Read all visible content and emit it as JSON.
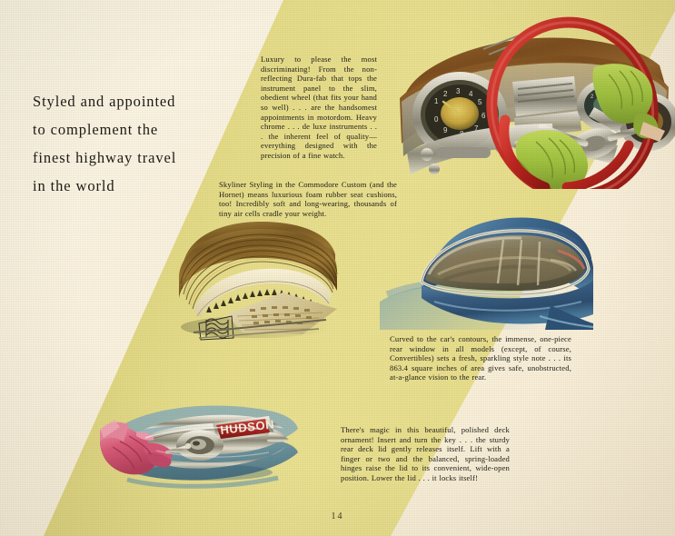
{
  "page": {
    "number": "14",
    "background_cream": "#fdf6e6",
    "background_yellow": "#e7de8c"
  },
  "headline": {
    "lines": [
      "Styled and appointed",
      "to complement the",
      "finest highway travel",
      "in the world"
    ]
  },
  "copy_blocks": {
    "dashboard": {
      "text": "Luxury to please the most discriminating! From the non-reflecting Dura-fab that tops the instrument panel to the slim, obedient wheel (that fits your hand so well) . . . are the handsomest appointments in motordom. Heavy chrome . . . de luxe instruments . . . the inherent feel of quality—everything designed with the precision of a fine watch."
    },
    "seat": {
      "text": "Skyliner Styling in the Commodore Custom (and the Hornet) means luxurious foam rubber seat cushions, too! Incredibly soft and long-wearing, thousands of tiny air cells cradle your weight."
    },
    "window": {
      "text": "Curved to the car's contours, the immense, one-piece rear window in all models (except, of course, Convertibles) sets a fresh, sparkling style note . . . its 863.4 square inches of area gives safe, unobstructed, at-a-glance vision to the rear."
    },
    "deck": {
      "text": "There's magic in this beautiful, polished deck ornament! Insert and turn the key . . . the sturdy rear deck lid gently releases itself. Lift with a finger or two and the balanced, spring-loaded hinges raise the lid to its convenient, wide-open position. Lower the lid . . . it locks itself!"
    }
  },
  "illustrations": {
    "dashboard": {
      "caption": "car dashboard with red steering wheel and green driving gloves",
      "steering_wheel_color": "#c62b25",
      "glove_color": "#a7c94a",
      "panel_color": "#8a5a2b"
    },
    "seat": {
      "caption": "cutaway of foam rubber seat cushion showing air cells",
      "fabric_color": "#7a5a2a"
    },
    "window": {
      "caption": "one-piece curved rear window on blue car body",
      "body_color": "#3f6d95"
    },
    "ornament": {
      "caption": "polished Hudson deck ornament with gloved hand turning the key",
      "badge_text": "HUDSON",
      "badge_color": "#b52d2a",
      "glove_color": "#e0607a",
      "body_color": "#5d90ad"
    }
  }
}
